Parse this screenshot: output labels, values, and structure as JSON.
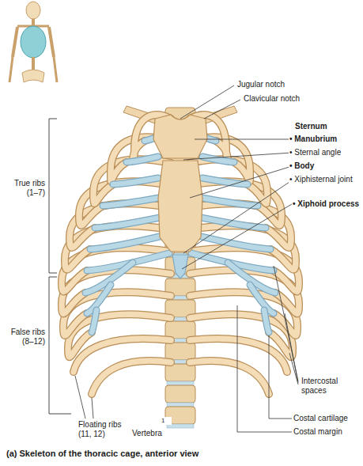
{
  "diagram": {
    "caption": "(a) Skeleton of the thoracic cage, anterior view",
    "labels": [
      "Jugular notch",
      "Clavicular notch",
      "Sternum",
      "• Manubrium",
      "• Sternal angle",
      "• Body",
      "• Xiphisternal joint",
      "• Xiphoid process",
      "True ribs (1–7)",
      "False ribs (8–12)",
      "Intercostal spaces",
      "Costal cartilage",
      "Costal margin",
      "Floating ribs (11, 12)",
      "1",
      "Vertebra"
    ]
  }
}
